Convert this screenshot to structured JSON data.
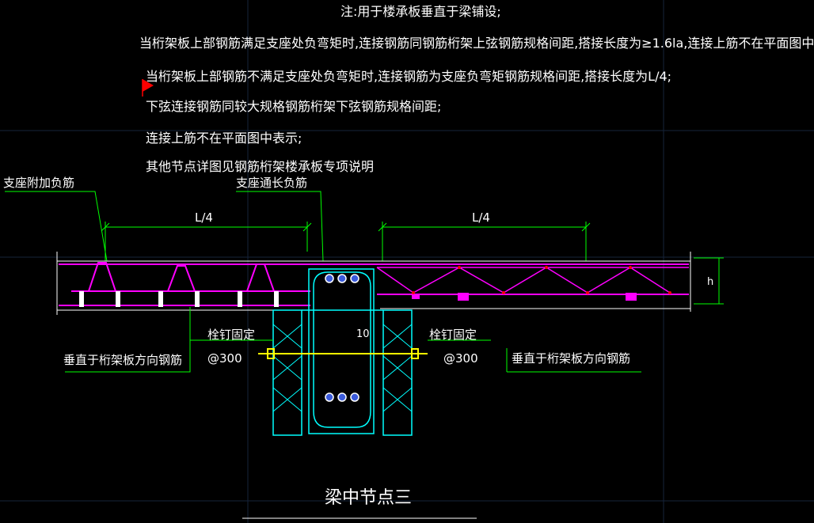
{
  "notes": [
    "注:用于楼承板垂直于梁铺设;",
    "当桁架板上部钢筋满足支座处负弯矩时,连接钢筋同钢筋桁架上弦钢筋规格间距,搭接长度为≥1.6la,连接上筋不在平面图中表示;",
    "当桁架板上部钢筋不满足支座处负弯矩时,连接钢筋为支座负弯矩钢筋规格间距,搭接长度为L/4;",
    "下弦连接钢筋同较大规格钢筋桁架下弦钢筋规格间距;",
    "连接上筋不在平面图中表示;",
    "其他节点详图见钢筋桁架楼承板专项说明"
  ],
  "labels": {
    "support_extra_neg_rebar": "支座附加负筋",
    "support_through_rebar": "支座通长负筋",
    "dim_left": "L/4",
    "dim_right": "L/4",
    "stud_left": "栓钉固定",
    "stud_right": "栓钉固定",
    "spacing_left": "@300",
    "spacing_right": "@300",
    "perp_left": "垂直于桁架板方向钢筋",
    "perp_right": "垂直于桁架板方向钢筋",
    "dim_10": "10",
    "dim_h": "h"
  },
  "title": "梁中节点三",
  "colors": {
    "background": "#000000",
    "text": "#ffffff",
    "green": "#00ff00",
    "magenta": "#ff00ff",
    "cyan": "#00ffff",
    "yellow": "#ffff00",
    "red": "#ff0000",
    "blue": "#3b5bdb"
  }
}
